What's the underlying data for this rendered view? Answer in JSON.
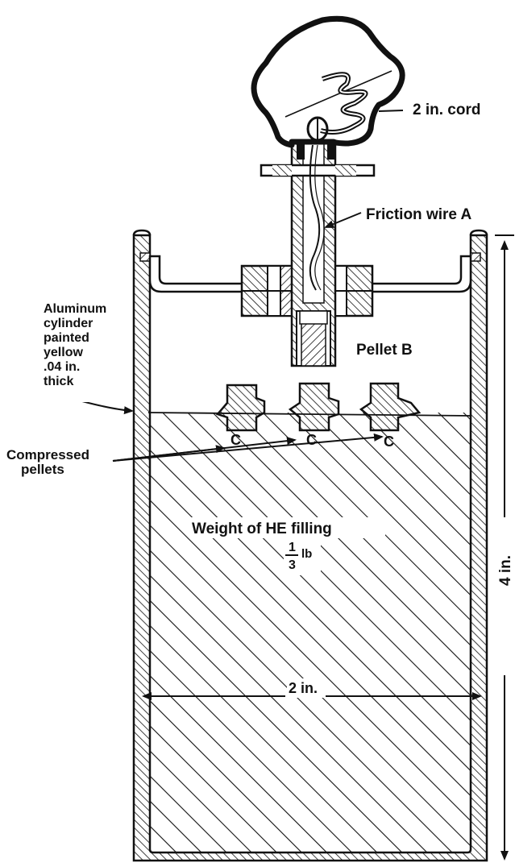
{
  "colors": {
    "ink": "#111111",
    "paper": "#ffffff"
  },
  "labels": {
    "cord": "2 in. cord",
    "friction_wire": "Friction wire A",
    "cylinder": [
      "Aluminum",
      "cylinder",
      "painted",
      "yellow",
      ".04 in.",
      "thick"
    ],
    "pellet_b": "Pellet B",
    "compressed": [
      "Compressed",
      "pellets"
    ],
    "pellet_c": "C",
    "weight": "Weight of HE filling",
    "fraction_num": "1",
    "fraction_den": "3",
    "fraction_unit": "lb",
    "height": "4 in.",
    "width": "2 in."
  }
}
